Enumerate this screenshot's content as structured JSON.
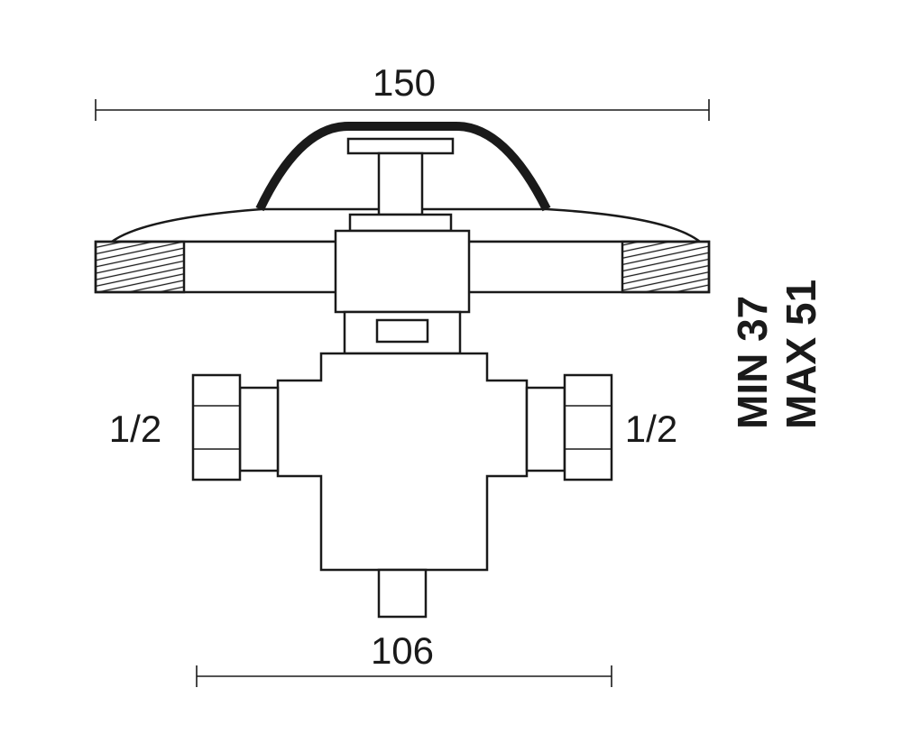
{
  "dimensions": {
    "top_width": "150",
    "bottom_width": "106",
    "left_connection": "1/2",
    "right_connection": "1/2",
    "depth_min": "MIN 37",
    "depth_max": "MAX 51"
  }
}
